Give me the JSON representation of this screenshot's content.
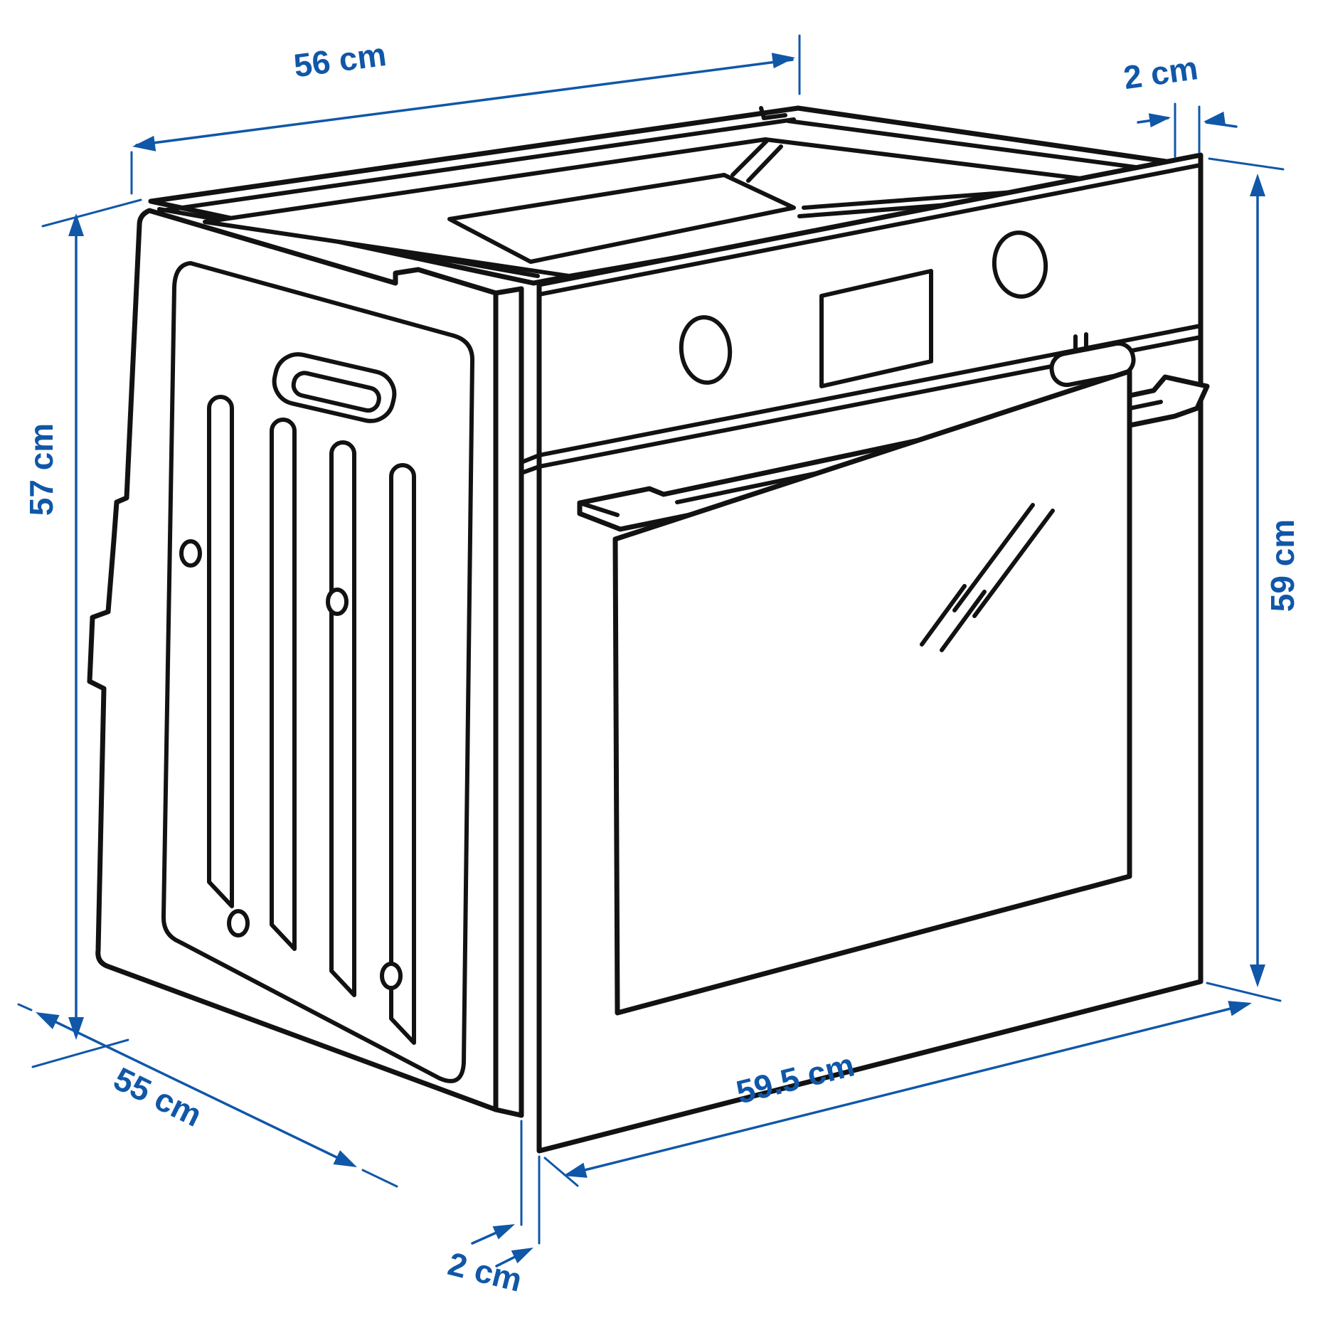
{
  "title": "Built-in oven dimension diagram",
  "colors": {
    "accent": "#1057A8",
    "line": "#121212",
    "background": "#FFFFFF"
  },
  "dims": {
    "top_width": "56 cm",
    "top_gap": "2 cm",
    "left_height": "57 cm",
    "right_height": "59 cm",
    "depth": "55 cm",
    "front_width": "59.5 cm",
    "bottom_gap": "2 cm"
  }
}
